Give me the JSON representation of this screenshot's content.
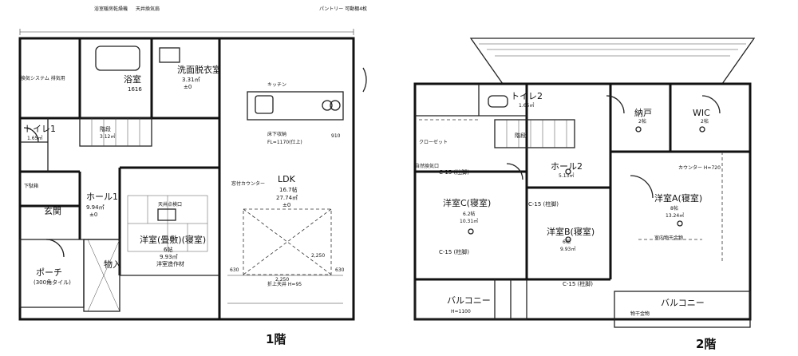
{
  "floor1": {
    "label": "1階",
    "rooms": {
      "bath": {
        "name": "浴室",
        "size": "1616"
      },
      "dressing": {
        "name": "洗面脱衣室",
        "area": "3.31㎡",
        "level": "±0"
      },
      "toilet1": {
        "name": "トイレ1",
        "area": "1.65㎡"
      },
      "stairs": {
        "name": "階段",
        "area": "3.12㎡"
      },
      "ldk": {
        "name": "LDK",
        "tatami": "16.7帖",
        "area": "27.74㎡",
        "level": "±0"
      },
      "hall1": {
        "name": "ホール1",
        "area": "9.94㎡",
        "level": "±0"
      },
      "entrance": {
        "name": "玄関"
      },
      "japanese": {
        "name": "洋室(畳敷)(寝室)",
        "tatami": "6帖",
        "area": "9.93㎡",
        "note": "洋室造作材"
      },
      "storage": {
        "name": "物入"
      },
      "porch": {
        "name": "ポーチ",
        "note": "(300角タイル)"
      }
    },
    "notes": {
      "bath_dryer": "浴室暖房乾燥機",
      "ceiling_vent": "天井換気扇",
      "vent_system": "換気システム 排気用",
      "shoe_box": "下駄箱",
      "kitchen": "キッチン",
      "floor_cab": "床下収納",
      "ceiling_inspect": "天井点検口",
      "fl": "FL=1170(仕上)",
      "ceiling_note": "折上天井 H=95",
      "pantry_note": "パントリー 可動棚4枚",
      "dims": [
        "2,250",
        "2,250",
        "630",
        "630",
        "910"
      ],
      "window_note": "窓付カウンター"
    }
  },
  "floor2": {
    "label": "2階",
    "rooms": {
      "toilet2": {
        "name": "トイレ2",
        "area": "1.65㎡"
      },
      "stairs": {
        "name": "階段"
      },
      "storeroom": {
        "name": "納戸",
        "tatami": "2帖"
      },
      "wic": {
        "name": "WIC",
        "tatami": "2帖"
      },
      "hall2": {
        "name": "ホール2",
        "area": "5.13㎡"
      },
      "roomC": {
        "name": "洋室C(寝室)",
        "tatami": "6.2帖",
        "area": "10.31㎡"
      },
      "roomB": {
        "name": "洋室B(寝室)",
        "tatami": "6帖",
        "area": "9.93㎡"
      },
      "roomA": {
        "name": "洋室A(寝室)",
        "tatami": "8帖",
        "area": "13.24㎡"
      },
      "balcony_left": {
        "name": "バルコニー"
      },
      "balcony_right": {
        "name": "バルコニー"
      }
    },
    "notes": {
      "pillars": [
        "C-15 (柱脚)",
        "C-15 (柱脚)",
        "C-15 (柱脚)",
        "C-15 (柱脚)"
      ],
      "closet": "クローゼット",
      "indoor_dryer": "室内物干金物",
      "outdoor_dryer": "物干金物",
      "counter": "カウンター H=720",
      "roof_vent": "自然換気口",
      "bal_h": "H=1100"
    }
  }
}
